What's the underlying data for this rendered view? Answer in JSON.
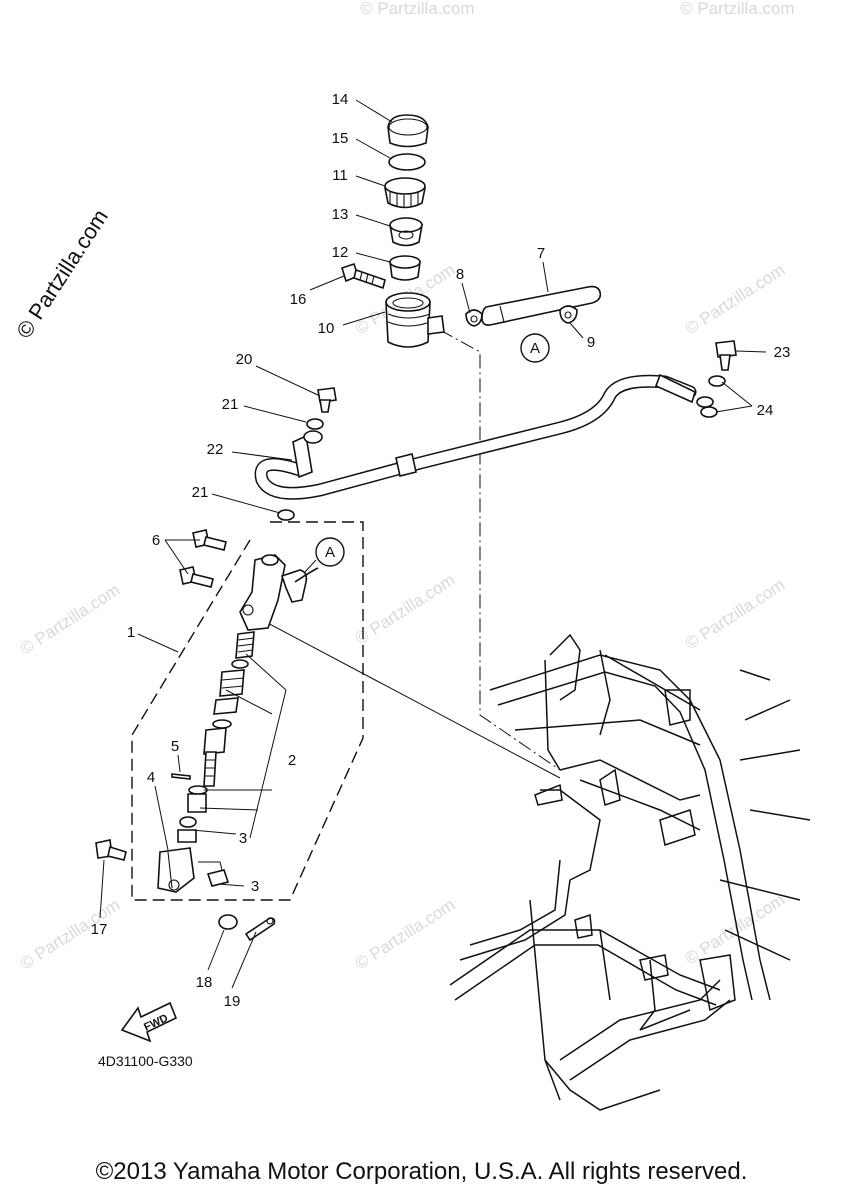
{
  "watermark": {
    "main": "© Partzilla.com",
    "tile": "© Partzilla.com"
  },
  "callouts": {
    "c1": "1",
    "c2": "2",
    "c3a": "3",
    "c3b": "3",
    "c4": "4",
    "c5": "5",
    "c6": "6",
    "c7": "7",
    "c8": "8",
    "c9": "9",
    "c10": "10",
    "c11": "11",
    "c12": "12",
    "c13": "13",
    "c14": "14",
    "c15": "15",
    "c16": "16",
    "c17": "17",
    "c18": "18",
    "c19": "19",
    "c20": "20",
    "c21a": "21",
    "c21b": "21",
    "c22": "22",
    "c23": "23",
    "c24": "24"
  },
  "markers": {
    "a1": "A",
    "a2": "A"
  },
  "fwd_label": "FWD",
  "diagram_code": "4D31100-G330",
  "copyright": "©2013 Yamaha Motor Corporation, U.S.A. All rights reserved."
}
